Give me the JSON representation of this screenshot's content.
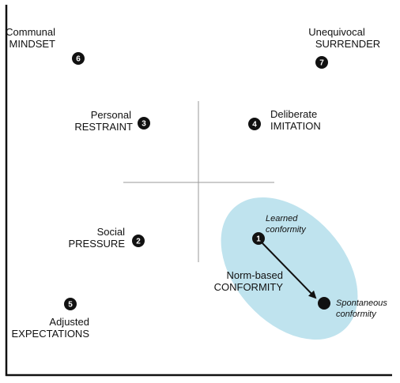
{
  "colors": {
    "ellipse_fill": "#bfe3ee",
    "axis": "#111111",
    "cross": "#9a9a9a",
    "badge": "#111111"
  },
  "items": {
    "mindset": {
      "line1": "Communal",
      "line2": "MINDSET",
      "number": "6"
    },
    "surrender": {
      "line1": "Unequivocal",
      "line2": "SURRENDER",
      "number": "7"
    },
    "restraint": {
      "line1": "Personal",
      "line2": "RESTRAINT",
      "number": "3"
    },
    "imitation": {
      "line1": "Deliberate",
      "line2": "IMITATION",
      "number": "4"
    },
    "pressure": {
      "line1": "Social",
      "line2": "PRESSURE",
      "number": "2"
    },
    "expectations": {
      "line1": "Adjusted",
      "line2": "EXPECTATIONS",
      "number": "5"
    }
  },
  "conformity": {
    "group_line1": "Norm-based",
    "group_line2": "CONFORMITY",
    "start": {
      "number": "1",
      "line1": "Learned",
      "line2": "conformity"
    },
    "end": {
      "line1": "Spontaneous",
      "line2": "conformity"
    }
  }
}
